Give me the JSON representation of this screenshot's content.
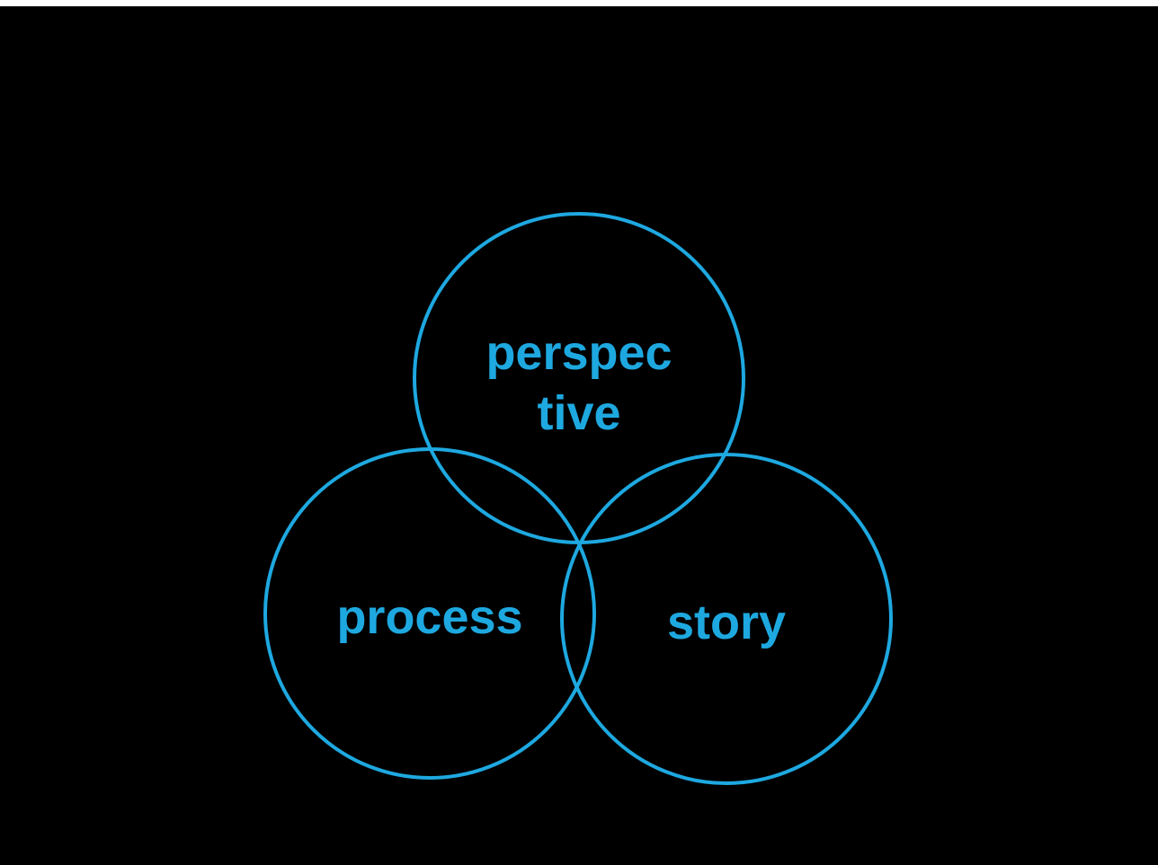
{
  "diagram": {
    "colors": {
      "background": "#000000",
      "accent": "#1ea8e0"
    },
    "circles": [
      {
        "id": "perspective",
        "label_lines": [
          "perspec",
          "tive"
        ]
      },
      {
        "id": "process",
        "label_lines": [
          "process"
        ]
      },
      {
        "id": "story",
        "label_lines": [
          "story"
        ]
      }
    ]
  }
}
